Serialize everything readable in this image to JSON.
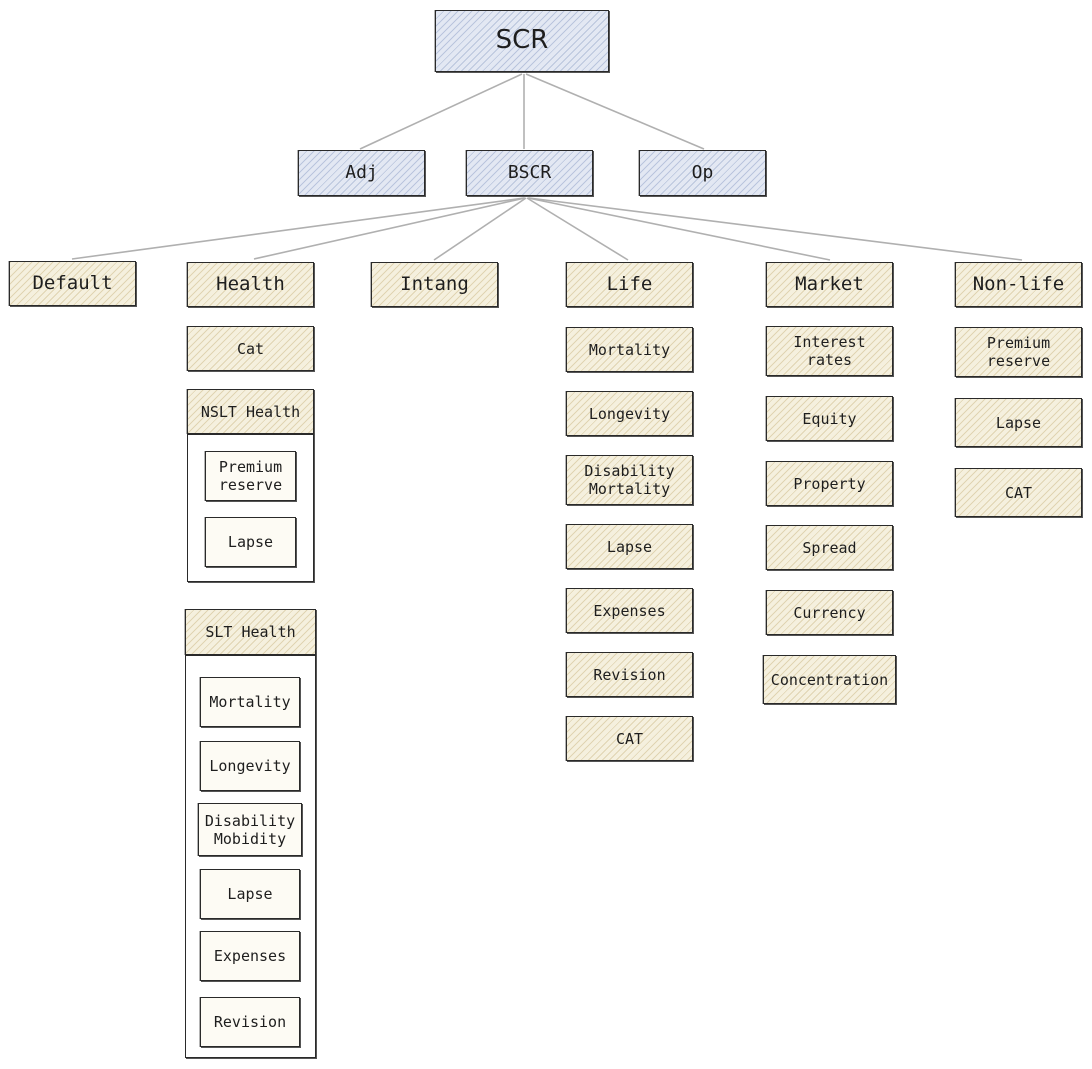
{
  "root": {
    "label": "SCR"
  },
  "adjustments": {
    "adj": "Adj",
    "bscr": "BSCR",
    "op": "Op"
  },
  "modules": {
    "default": {
      "label": "Default"
    },
    "health": {
      "label": "Health",
      "cat": "Cat",
      "nslt": {
        "label": "NSLT Health",
        "items": [
          "Premium\nreserve",
          "Lapse"
        ]
      },
      "slt": {
        "label": "SLT Health",
        "items": [
          "Mortality",
          "Longevity",
          "Disability\nMobidity",
          "Lapse",
          "Expenses",
          "Revision"
        ]
      }
    },
    "intang": {
      "label": "Intang"
    },
    "life": {
      "label": "Life",
      "items": [
        "Mortality",
        "Longevity",
        "Disability\nMortality",
        "Lapse",
        "Expenses",
        "Revision",
        "CAT"
      ]
    },
    "market": {
      "label": "Market",
      "items": [
        "Interest\nrates",
        "Equity",
        "Property",
        "Spread",
        "Currency",
        "Concentration"
      ]
    },
    "nonlife": {
      "label": "Non-life",
      "items": [
        "Premium\nreserve",
        "Lapse",
        "CAT"
      ]
    }
  },
  "colors": {
    "blue_fill": "#e3e8f3",
    "tan_fill": "#f5f0de",
    "edge": "#b0b0b0",
    "stroke": "#2a2a2a"
  }
}
